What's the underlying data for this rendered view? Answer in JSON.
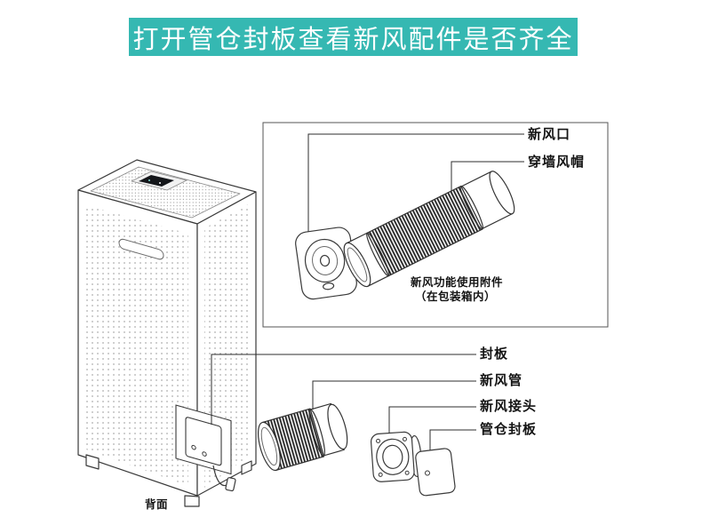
{
  "banner": {
    "title": "打开管仓封板查看新风配件是否齐全"
  },
  "accessory_box": {
    "labels": {
      "fresh_air_vent": "新风口",
      "wall_cap": "穿墙风帽"
    },
    "caption_line1": "新风功能使用附件",
    "caption_line2": "（在包装箱内）"
  },
  "part_labels": {
    "cover_plate": "封板",
    "fresh_air_pipe": "新风管",
    "fresh_air_connector": "新风接头",
    "duct_cover_plate": "管仓封板"
  },
  "machine": {
    "back_label": "背面"
  },
  "colors": {
    "banner_bg": "#35b8b2",
    "banner_text": "#ffffff",
    "line_art": "#3a3a3a",
    "page_bg": "#ffffff"
  }
}
